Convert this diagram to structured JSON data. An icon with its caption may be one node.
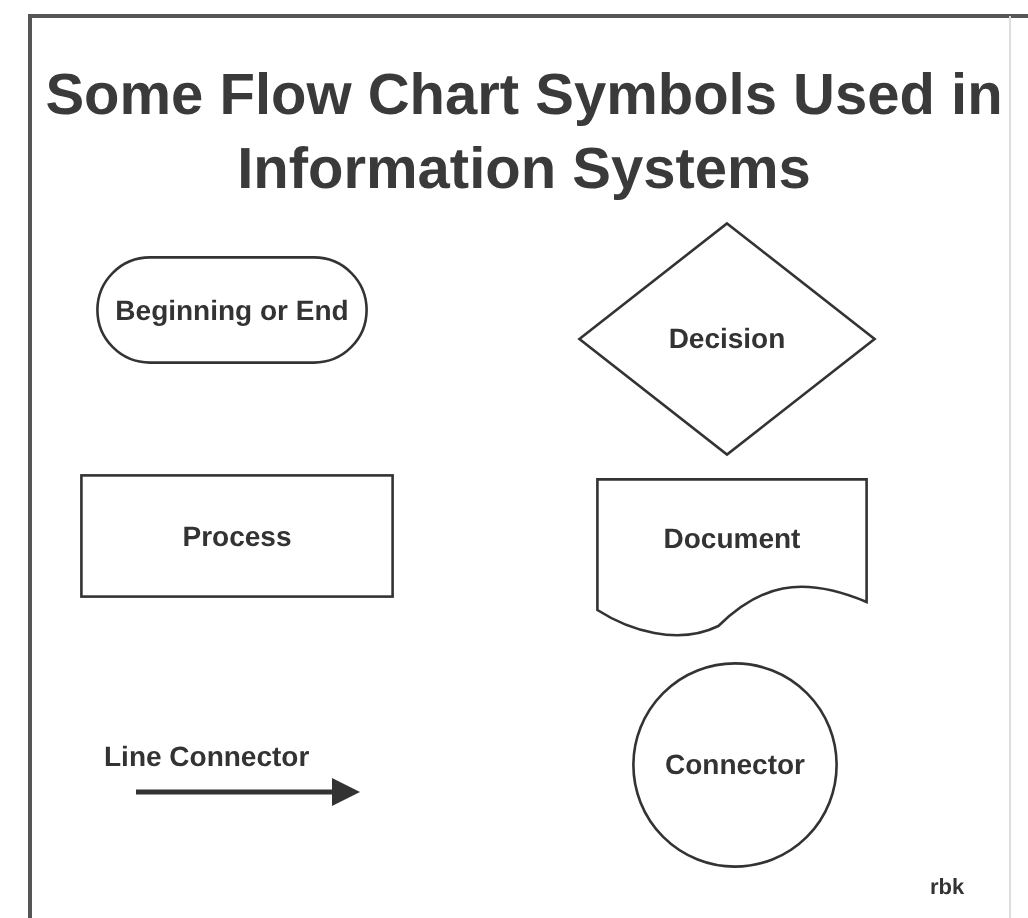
{
  "diagram": {
    "title": "Some Flow Chart Symbols Used in Information Systems",
    "nodes": [
      {
        "text": [
          "Beginning or End"
        ]
      },
      {
        "text": [
          "Decision"
        ]
      },
      {
        "text": [
          "Process"
        ]
      },
      {
        "text": [
          "Document"
        ]
      },
      {
        "text": [
          "Connector"
        ]
      }
    ],
    "edges": [],
    "labels": [
      "Line Connector",
      "rbk"
    ]
  }
}
